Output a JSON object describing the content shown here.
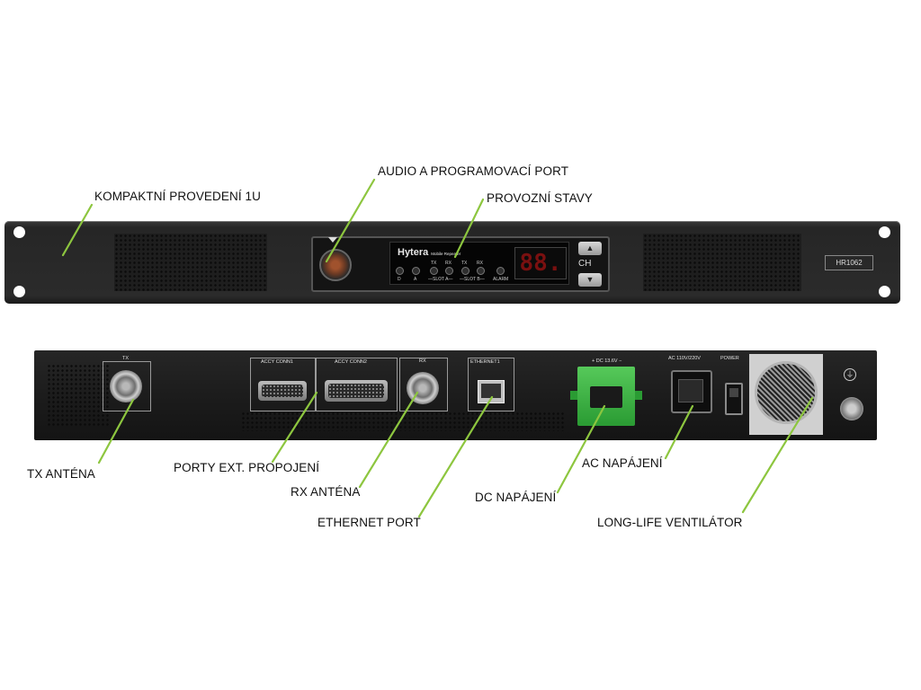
{
  "labels": {
    "compact": "KOMPAKTNÍ PROVEDENÍ 1U",
    "audio_port": "AUDIO A PROGRAMOVACÍ PORT",
    "status": "PROVOZNÍ STAVY",
    "tx_antenna": "TX ANTÉNA",
    "ext_ports": "PORTY EXT. PROPOJENÍ",
    "rx_antenna": "RX ANTÉNA",
    "ethernet": "ETHERNET PORT",
    "dc_power": "DC NAPÁJENÍ",
    "ac_power": "AC NAPÁJENÍ",
    "fan": "LONG-LIFE VENTILÁTOR"
  },
  "device_front": {
    "brand": "Hytera",
    "brand_sub": "Mobile Repeater",
    "model": "HR1062",
    "display": "88.",
    "channel": "CH",
    "up_arrow": "▲",
    "down_arrow": "▼",
    "led_top": [
      "TX",
      "RX",
      "TX",
      "RX"
    ],
    "led_bottom": [
      "D",
      "A",
      "—SLOT A—",
      "—SLOT B—",
      "ALARM"
    ]
  },
  "device_rear": {
    "tx": "TX",
    "accy1": "ACCY CONN1",
    "accy2": "ACCY CONN2",
    "rx": "RX",
    "ethernet": "ETHERNET1",
    "dc": "+ DC 13.6V −",
    "ac": "AC 110V/220V",
    "power": "POWER"
  },
  "colors": {
    "leader": "#8dc63f",
    "panel": "#262626"
  }
}
